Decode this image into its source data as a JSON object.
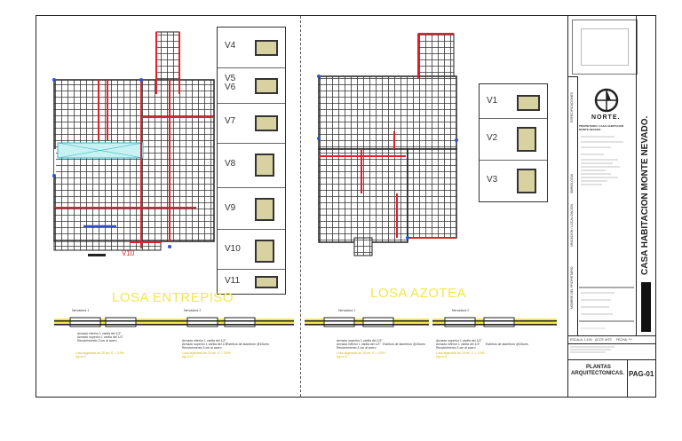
{
  "plans": {
    "left_title": "LOSA ENTREPISO",
    "right_title": "LOSA AZOTEA",
    "left_bottom_label": "V10",
    "left_beams": [
      "V4",
      "V5\nV6",
      "V7",
      "V8",
      "V9",
      "V10",
      "V11"
    ],
    "right_beams": [
      "V1",
      "V2",
      "V3"
    ]
  },
  "details": {
    "left": [
      {
        "caption": "Nervadura 1",
        "note1": "Armado inferior 1 varilla del 1/2\"",
        "note2": "Armado superior 1 varilla del 1/2\"",
        "note3": "Recubrimiento 3 cm al acero",
        "stirrup": "",
        "foot": "Losa aligerada de 25 cm, E = 3.5%",
        "foot2": "Ag=x=2"
      },
      {
        "caption": "Nervadura 2",
        "note1": "Armado inferior 1 varilla del 1/2\"",
        "note2": "Armado superior 1 varilla del 1/2\"",
        "note3": "Recubrimiento 3 cm al acero",
        "stirrup": "Estribos de alambrón @15cms",
        "foot": "Losa aligerada de 25 cm, E = 3.5%",
        "foot2": "Ag=x=2"
      }
    ],
    "right": [
      {
        "caption": "Nervadura 1",
        "note1": "Armado superior 1 varilla del 1/2\"",
        "note2": "Armado inferior 1 varilla del 1/2\"",
        "note3": "Recubrimiento 3 cm al acero",
        "stirrup": "Estribos de alambrón @15cms",
        "foot": "Losa aligerada de 25 cm, E = 3.5%",
        "foot2": "Ag=x=2"
      },
      {
        "caption": "Nervadura 2",
        "note1": "Armado superior 1 varilla del 1/2\"",
        "note2": "Armado inferior 1 varilla del 1/2\"",
        "note3": "Recubrimiento 3 cm al acero",
        "stirrup": "Estribos de alambrón @15cms",
        "foot": "Losa aligerada de 25 cm, E = 3.5%",
        "foot2": "Ag=x=2"
      }
    ]
  },
  "title_block": {
    "north_label": "NORTE.",
    "project_vertical": "CASA HABITACION MONTE NEVADO.",
    "sheet_title_line1": "PLANTAS",
    "sheet_title_line2": "ARQUITECTONICAS.",
    "page": "PAG-01",
    "side_text_1": "ESPECIFICACIONES",
    "side_text_2": "SIMBOLOGIA",
    "side_text_3": "UBICACION / LOCALIZACION",
    "side_text_4": "NOMBRE DEL PROPIETARIO",
    "notes_head": "PROPIETARIO: CASA HABITACION MONTE NEVADO",
    "scale_label": "ESCALA: 1:100",
    "date_label": "FECHA: ***",
    "dim_label": "ACOT: MTS"
  },
  "colors": {
    "yellow": "#f3e64b",
    "red": "#e0202a",
    "blue": "#3050d0",
    "grid": "#333333"
  }
}
